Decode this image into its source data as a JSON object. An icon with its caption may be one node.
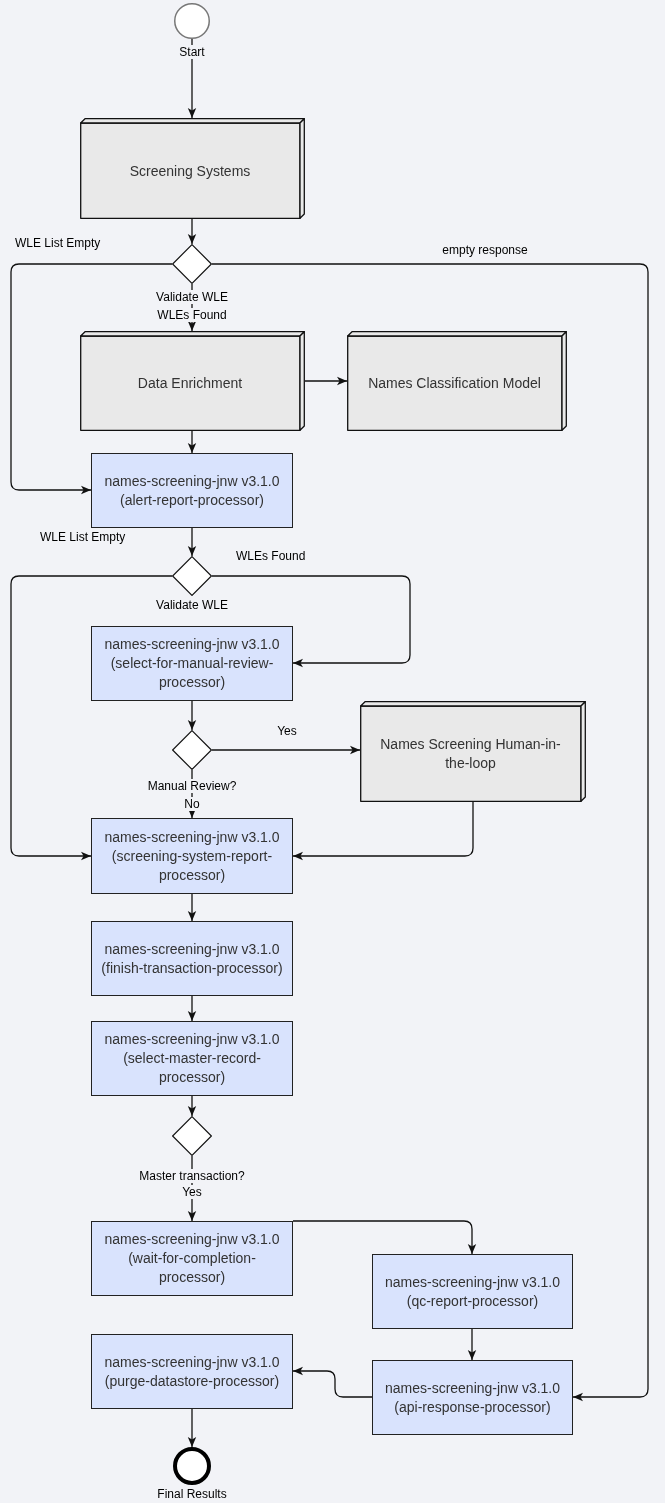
{
  "diagram": {
    "nodes": [
      {
        "text": [],
        "shape": "circle",
        "beside": [
          "Start"
        ]
      },
      {
        "text": [
          "Screening Systems"
        ]
      },
      {
        "text": [],
        "shape": "diamond",
        "beside": [
          "Validate WLE"
        ]
      },
      {
        "text": [
          "Data Enrichment"
        ]
      },
      {
        "text": [
          "Names Classification Model"
        ]
      },
      {
        "text": [
          "names-screening-jnw v3.1.0 (alert-report-processor)"
        ]
      },
      {
        "text": [],
        "shape": "diamond",
        "beside": [
          "Validate WLE"
        ]
      },
      {
        "text": [
          "names-screening-jnw v3.1.0 (select-for-manual-review-processor)"
        ]
      },
      {
        "text": [],
        "shape": "diamond",
        "beside": [
          "Manual Review?"
        ]
      },
      {
        "text": [
          "Names Screening Human-in-the-loop"
        ]
      },
      {
        "text": [
          "names-screening-jnw v3.1.0 (screening-system-report-processor)"
        ]
      },
      {
        "text": [
          "names-screening-jnw v3.1.0 (finish-transaction-processor)"
        ]
      },
      {
        "text": [
          "names-screening-jnw v3.1.0 (select-master-record-processor)"
        ]
      },
      {
        "text": [],
        "shape": "diamond",
        "beside": [
          "Master transaction?"
        ]
      },
      {
        "text": [
          "names-screening-jnw v3.1.0 (wait-for-completion-processor)"
        ]
      },
      {
        "text": [
          "names-screening-jnw v3.1.0 (qc-report-processor)"
        ]
      },
      {
        "text": [
          "names-screening-jnw v3.1.0 (purge-datastore-processor)"
        ]
      },
      {
        "text": [
          "names-screening-jnw v3.1.0 (api-response-processor)"
        ]
      },
      {
        "text": [],
        "shape": "circle",
        "beside": [
          "Final Results"
        ]
      }
    ],
    "edges": [
      {
        "from": 0,
        "to": 1,
        "arrow": "to"
      },
      {
        "from": 1,
        "to": 2,
        "arrow": "to"
      },
      {
        "from": 2,
        "to": 3,
        "arrow": "to",
        "label": "WLEs Found"
      },
      {
        "from": 2,
        "to": 5,
        "arrow": "to",
        "label": "WLE List Empty"
      },
      {
        "from": 2,
        "to": 17,
        "arrow": "to",
        "label": "empty response"
      },
      {
        "from": 3,
        "to": 4,
        "arrow": "to"
      },
      {
        "from": 3,
        "to": 5,
        "arrow": "to"
      },
      {
        "from": 5,
        "to": 6,
        "arrow": "to"
      },
      {
        "from": 6,
        "to": 7,
        "arrow": "to",
        "label": "WLEs Found"
      },
      {
        "from": 6,
        "to": 10,
        "arrow": "to",
        "label": "WLE List Empty"
      },
      {
        "from": 7,
        "to": 8,
        "arrow": "to"
      },
      {
        "from": 8,
        "to": 9,
        "arrow": "to",
        "label": "Yes"
      },
      {
        "from": 8,
        "to": 10,
        "arrow": "to",
        "label": "No"
      },
      {
        "from": 9,
        "to": 10,
        "arrow": "to"
      },
      {
        "from": 10,
        "to": 11,
        "arrow": "to"
      },
      {
        "from": 11,
        "to": 12,
        "arrow": "to"
      },
      {
        "from": 12,
        "to": 13,
        "arrow": "to"
      },
      {
        "from": 13,
        "to": 14,
        "arrow": "to",
        "label": "Yes"
      },
      {
        "from": 14,
        "to": 15,
        "arrow": "to"
      },
      {
        "from": 15,
        "to": 17,
        "arrow": "to"
      },
      {
        "from": 17,
        "to": 16,
        "arrow": "to"
      },
      {
        "from": 16,
        "to": 18,
        "arrow": "to"
      }
    ]
  }
}
